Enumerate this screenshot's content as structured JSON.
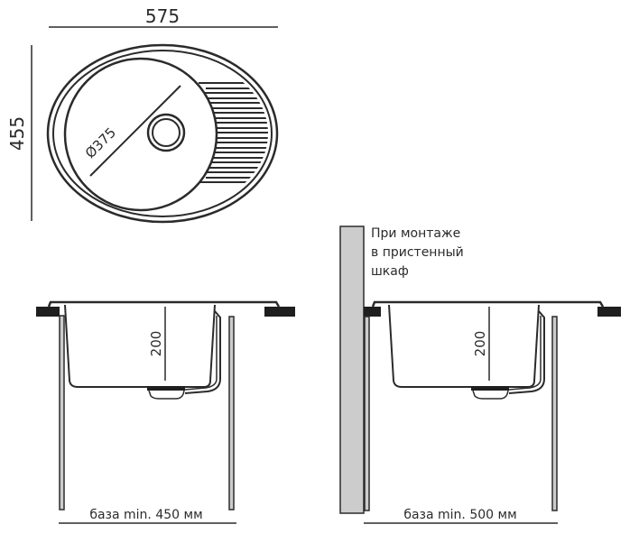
{
  "top_view": {
    "width_label": "575",
    "depth_label": "455",
    "bowl_diameter_label": "Ø375"
  },
  "side_view_base": {
    "depth_label": "200",
    "base_label": "база min. 450 мм"
  },
  "side_view_wall": {
    "depth_label": "200",
    "note_lines": [
      "При монтаже",
      "в пристенный",
      "шкаф"
    ],
    "base_label": "база min. 500 мм"
  },
  "colors": {
    "line": "#2b2b2b",
    "wall": "#cccccc",
    "block": "#1e1e1e"
  }
}
